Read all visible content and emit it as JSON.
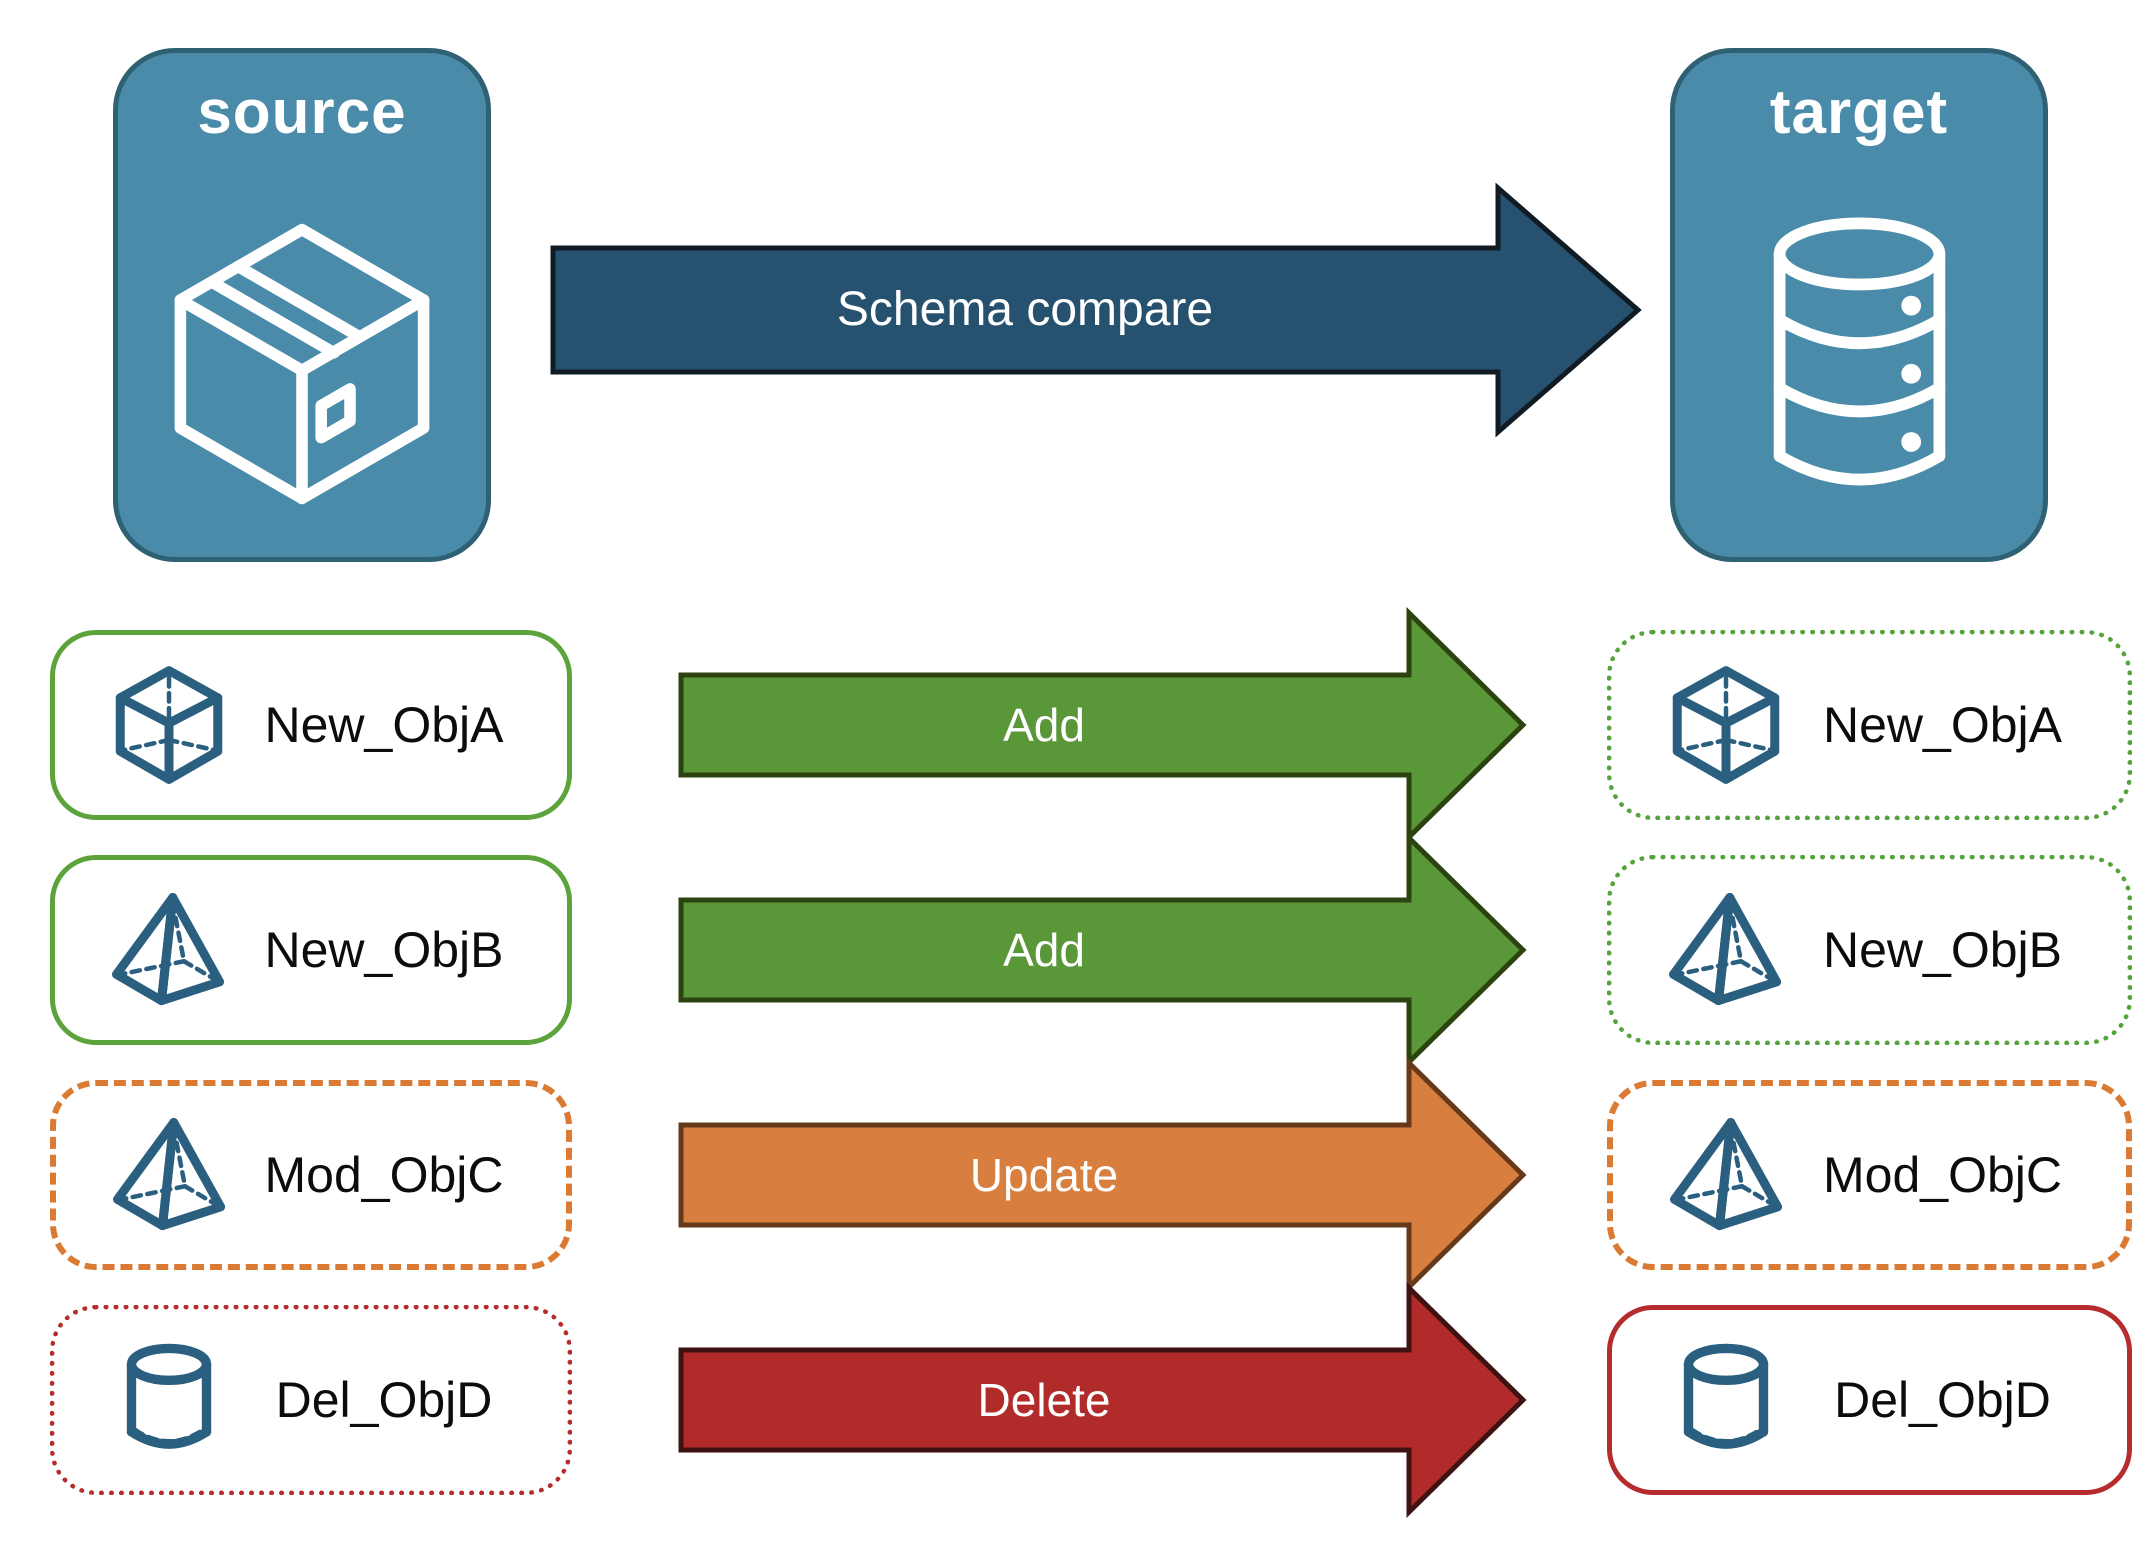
{
  "nodes": {
    "source": {
      "label": "source",
      "icon": "package-icon",
      "fill": "#4A8BA9",
      "border_color": "#2F6174",
      "text_color": "#ffffff"
    },
    "target": {
      "label": "target",
      "icon": "database-icon",
      "fill": "#4A8BA9",
      "border_color": "#2F6174",
      "text_color": "#ffffff"
    }
  },
  "main_arrow": {
    "label": "Schema compare",
    "fill": "#27526F",
    "stroke": "#111B24",
    "text_color": "#ffffff"
  },
  "rows": [
    {
      "object_name": "New_ObjA",
      "object_icon": "cube-icon",
      "action": "Add",
      "arrow_fill": "#5A9739",
      "arrow_stroke": "#2A430F",
      "source_card": {
        "border_style": "solid",
        "border_color": "#5CA33C"
      },
      "target_card": {
        "border_style": "dotted",
        "border_color": "#55A33C"
      }
    },
    {
      "object_name": "New_ObjB",
      "object_icon": "pyramid-icon",
      "action": "Add",
      "arrow_fill": "#5A9739",
      "arrow_stroke": "#2A430F",
      "source_card": {
        "border_style": "solid",
        "border_color": "#5CA33C"
      },
      "target_card": {
        "border_style": "dotted",
        "border_color": "#55A33C"
      }
    },
    {
      "object_name": "Mod_ObjC",
      "object_icon": "pyramid-icon",
      "action": "Update",
      "arrow_fill": "#D87E3F",
      "arrow_stroke": "#66391A",
      "source_card": {
        "border_style": "dashed",
        "border_color": "#DB7A33"
      },
      "target_card": {
        "border_style": "dashed",
        "border_color": "#DB7A33"
      }
    },
    {
      "object_name": "Del_ObjD",
      "object_icon": "cylinder-icon",
      "action": "Delete",
      "arrow_fill": "#B12B2B",
      "arrow_stroke": "#3F1212",
      "source_card": {
        "border_style": "dotted",
        "border_color": "#B62C2C"
      },
      "target_card": {
        "border_style": "solid",
        "border_color": "#B62C2C"
      }
    }
  ],
  "colors": {
    "object_icon_color": "#2B5F80",
    "object_label_color": "#0c0c0c",
    "background": "#ffffff"
  }
}
